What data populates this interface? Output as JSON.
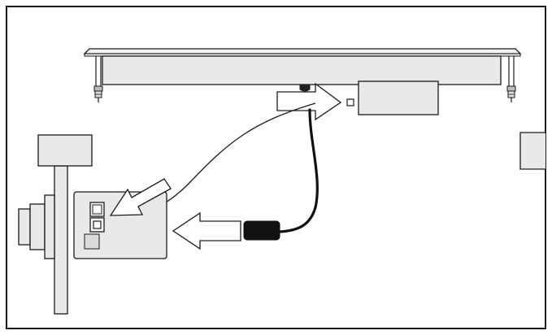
{
  "figure": {
    "description_free": true,
    "colors": {
      "outline": "#1a1a1a",
      "panel_fill": "#e9e9e9",
      "panel_fill_light": "#f3f3f3",
      "plug_fill": "#111111",
      "arrow_fill": "#ffffff",
      "background": "#ffffff"
    }
  },
  "icons": {
    "arrow_to_module": "arrow-right",
    "arrow_to_port": "arrow-down-left",
    "arrow_to_unit": "arrow-left"
  }
}
